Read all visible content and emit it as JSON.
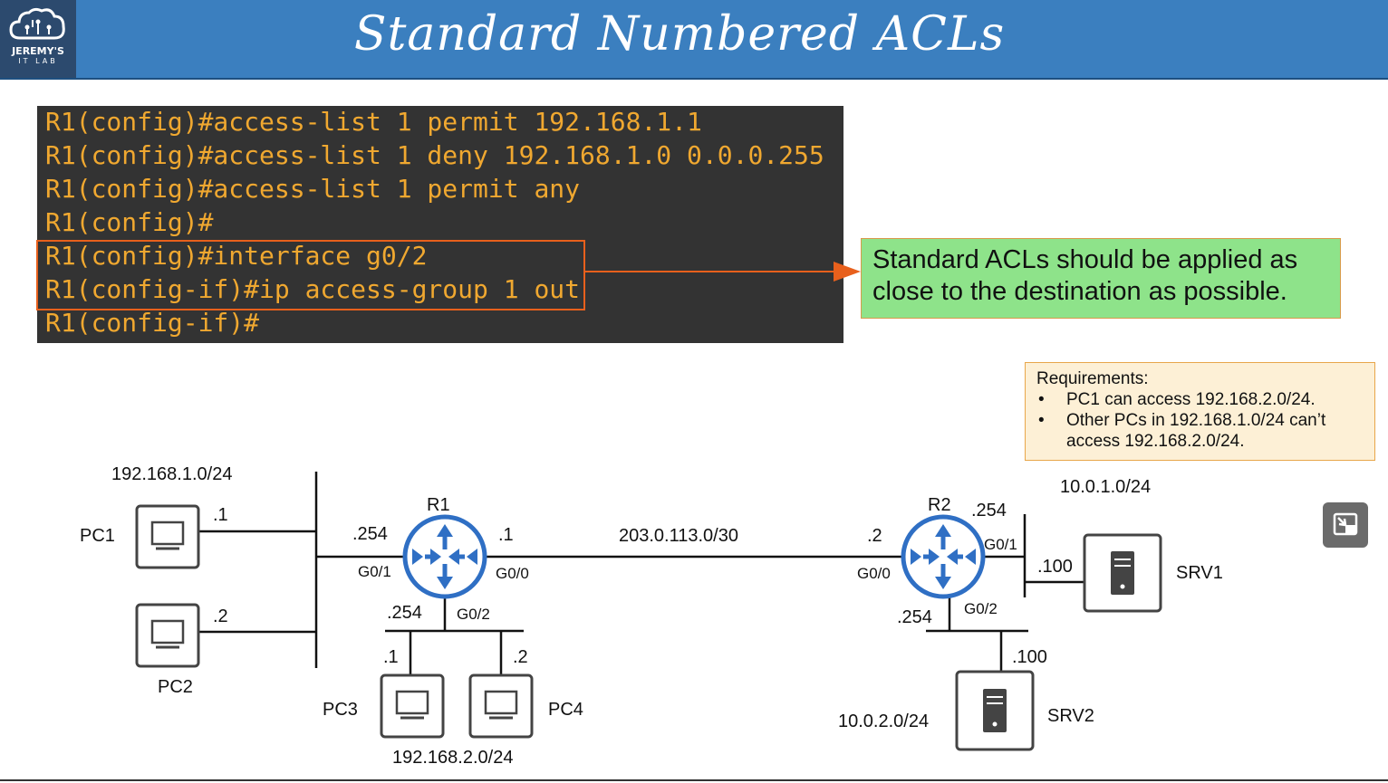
{
  "header": {
    "title": "Standard Numbered ACLs",
    "logo_text": "JEREMY'S",
    "logo_sub": "IT LAB",
    "background": "#3b7fbf"
  },
  "terminal": {
    "lines": [
      "R1(config)#access-list 1 permit 192.168.1.1",
      "R1(config)#access-list 1 deny 192.168.1.0 0.0.0.255",
      "R1(config)#access-list 1 permit any",
      "R1(config)#",
      "R1(config)#interface g0/2",
      "R1(config-if)#ip access-group 1 out",
      "R1(config-if)#"
    ],
    "text_color": "#f0a830",
    "highlight_color": "#e8601c"
  },
  "callout": {
    "text": "Standard ACLs should be applied as close to the destination as possible.",
    "color": "#8ee38a"
  },
  "requirements": {
    "heading": "Requirements:",
    "items": [
      "PC1 can access 192.168.2.0/24.",
      "Other PCs in 192.168.1.0/24 can’t access 192.168.2.0/24."
    ]
  },
  "network": {
    "lan1_subnet": "192.168.1.0/24",
    "lan2_subnet": "192.168.2.0/24",
    "wan_subnet": "203.0.113.0/30",
    "srv1_subnet": "10.0.1.0/24",
    "srv2_subnet": "10.0.2.0/24",
    "r1": {
      "name": "R1",
      "g01_ip": ".254",
      "g01": "G0/1",
      "g00_ip": ".1",
      "g00": "G0/0",
      "g02_ip": ".254",
      "g02": "G0/2"
    },
    "r2": {
      "name": "R2",
      "g00_ip": ".2",
      "g00": "G0/0",
      "g01_ip": ".254",
      "g01": "G0/1",
      "g02_ip": ".254",
      "g02": "G0/2"
    },
    "pc1": {
      "name": "PC1",
      "ip": ".1"
    },
    "pc2": {
      "name": "PC2",
      "ip": ".2"
    },
    "pc3": {
      "name": "PC3",
      "ip": ".1"
    },
    "pc4": {
      "name": "PC4",
      "ip": ".2"
    },
    "srv1": {
      "name": "SRV1",
      "ip": ".100"
    },
    "srv2": {
      "name": "SRV2",
      "ip": ".100"
    },
    "router_color": "#2f6fc4"
  },
  "icons": {
    "logo": "cloud-circuit-icon",
    "pc": "pc-monitor-icon",
    "server": "server-tower-icon",
    "router": "router-arrows-icon",
    "corner_button": "exit-fullscreen-icon"
  }
}
